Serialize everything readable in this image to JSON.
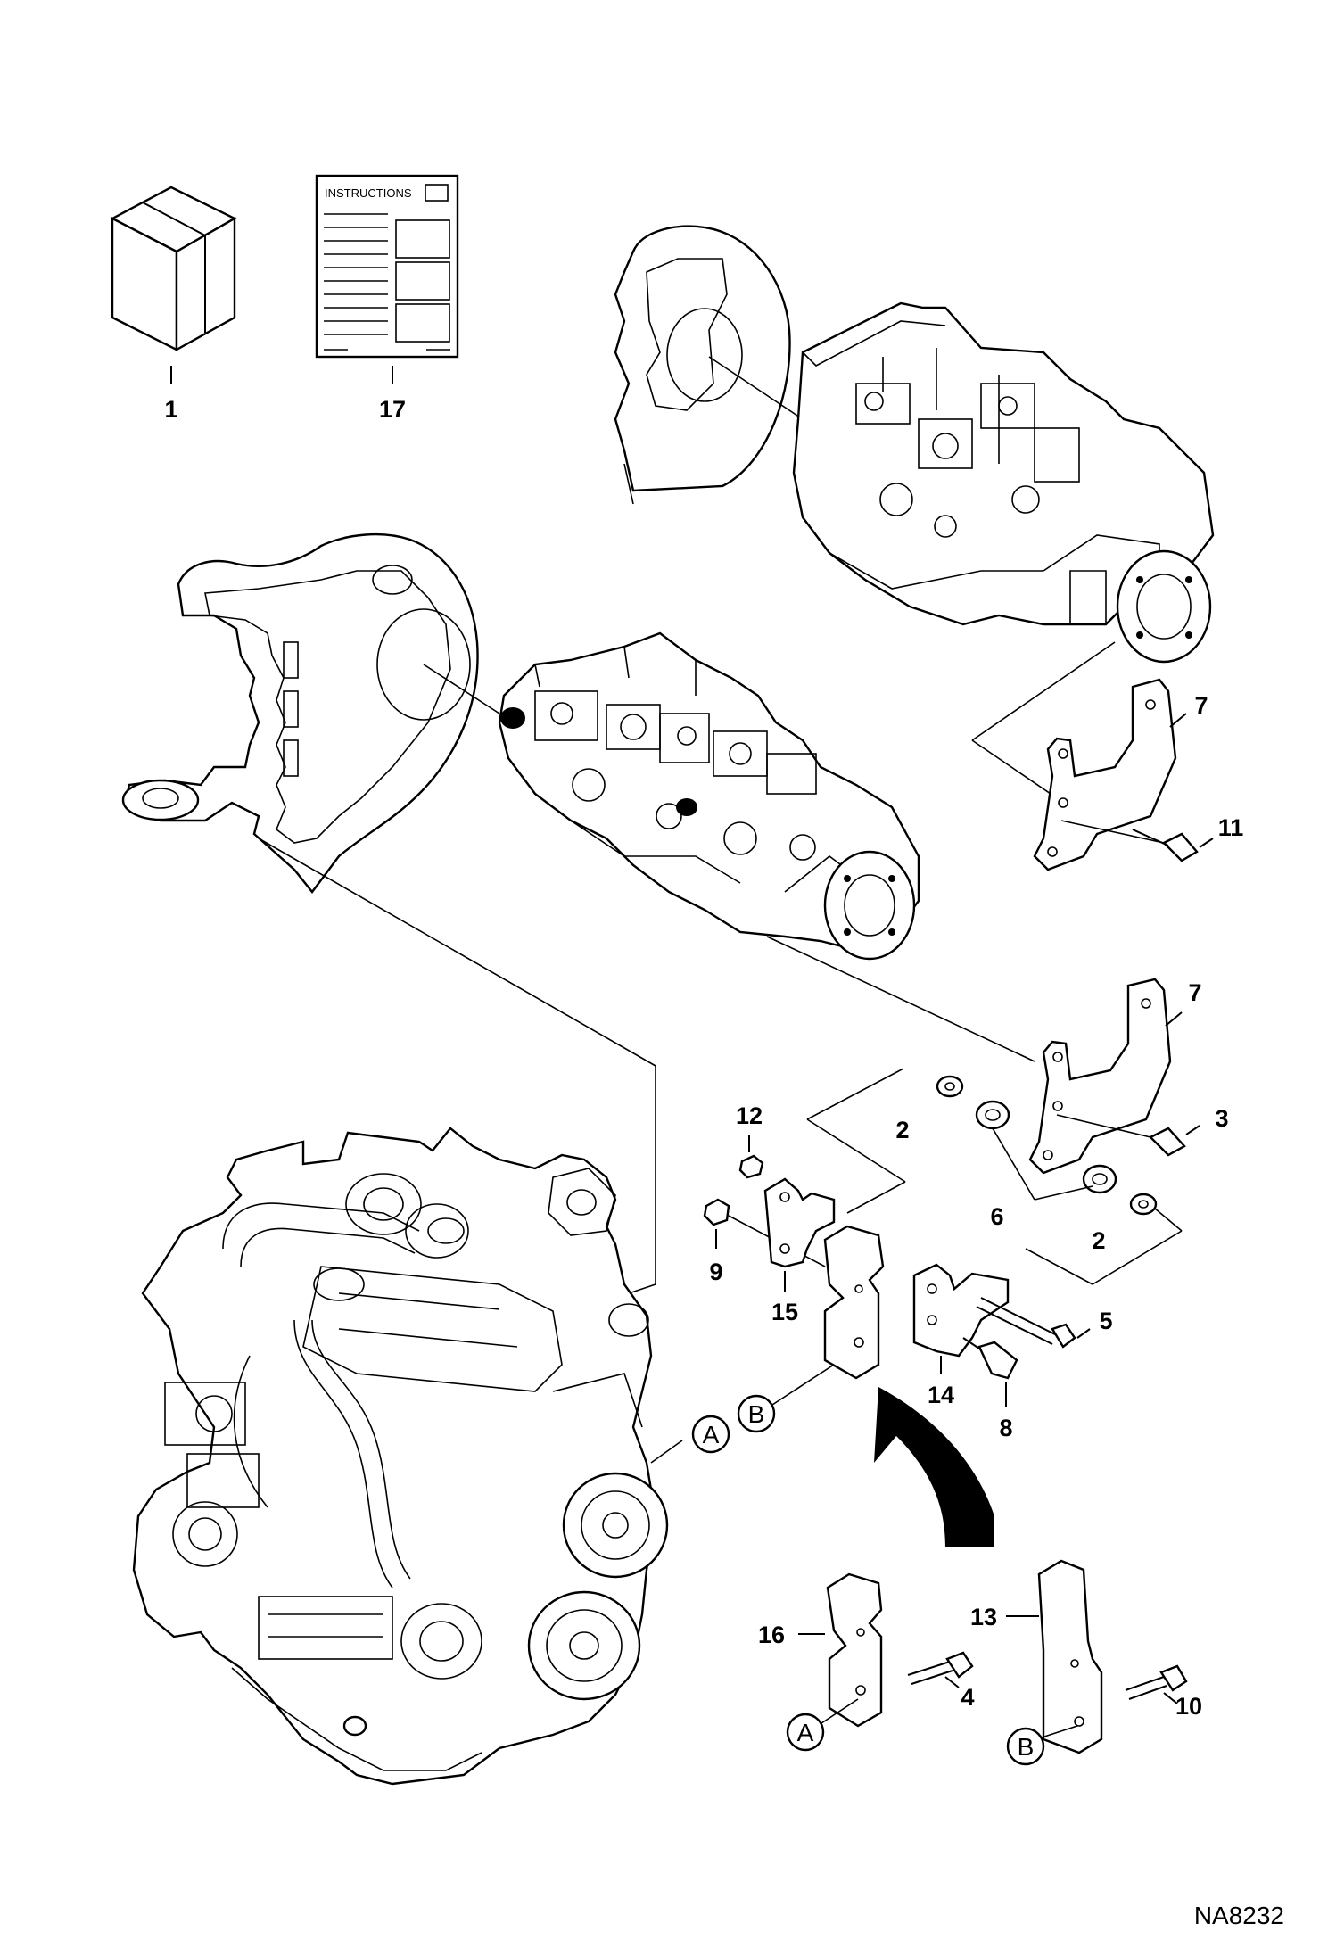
{
  "document": {
    "drawing_code": "NA8232",
    "instructions_label": "INSTRUCTIONS"
  },
  "callouts": [
    {
      "id": "c1",
      "text": "1"
    },
    {
      "id": "c17",
      "text": "17"
    },
    {
      "id": "c7a",
      "text": "7"
    },
    {
      "id": "c11",
      "text": "11"
    },
    {
      "id": "c7b",
      "text": "7"
    },
    {
      "id": "c3",
      "text": "3"
    },
    {
      "id": "c12",
      "text": "12"
    },
    {
      "id": "c2a",
      "text": "2"
    },
    {
      "id": "c6",
      "text": "6"
    },
    {
      "id": "c2b",
      "text": "2"
    },
    {
      "id": "c9",
      "text": "9"
    },
    {
      "id": "c15",
      "text": "15"
    },
    {
      "id": "c5",
      "text": "5"
    },
    {
      "id": "c14",
      "text": "14"
    },
    {
      "id": "c8",
      "text": "8"
    },
    {
      "id": "c16",
      "text": "16"
    },
    {
      "id": "c4",
      "text": "4"
    },
    {
      "id": "c13",
      "text": "13"
    },
    {
      "id": "c10",
      "text": "10"
    }
  ],
  "reference_marks": [
    {
      "id": "refA1",
      "text": "A"
    },
    {
      "id": "refB1",
      "text": "B"
    },
    {
      "id": "refA2",
      "text": "A"
    },
    {
      "id": "refB2",
      "text": "B"
    }
  ]
}
